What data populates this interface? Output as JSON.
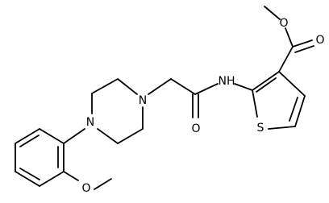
{
  "molecule": {
    "atoms": {
      "n_piperazine_upper": "N",
      "n_piperazine_lower": "N",
      "o_amide": "O",
      "nh_amide": "NH",
      "s_thiophene": "S",
      "o_ester_carbonyl": "O",
      "o_ester_methoxy": "O",
      "o_aryl_methoxy": "O"
    }
  }
}
